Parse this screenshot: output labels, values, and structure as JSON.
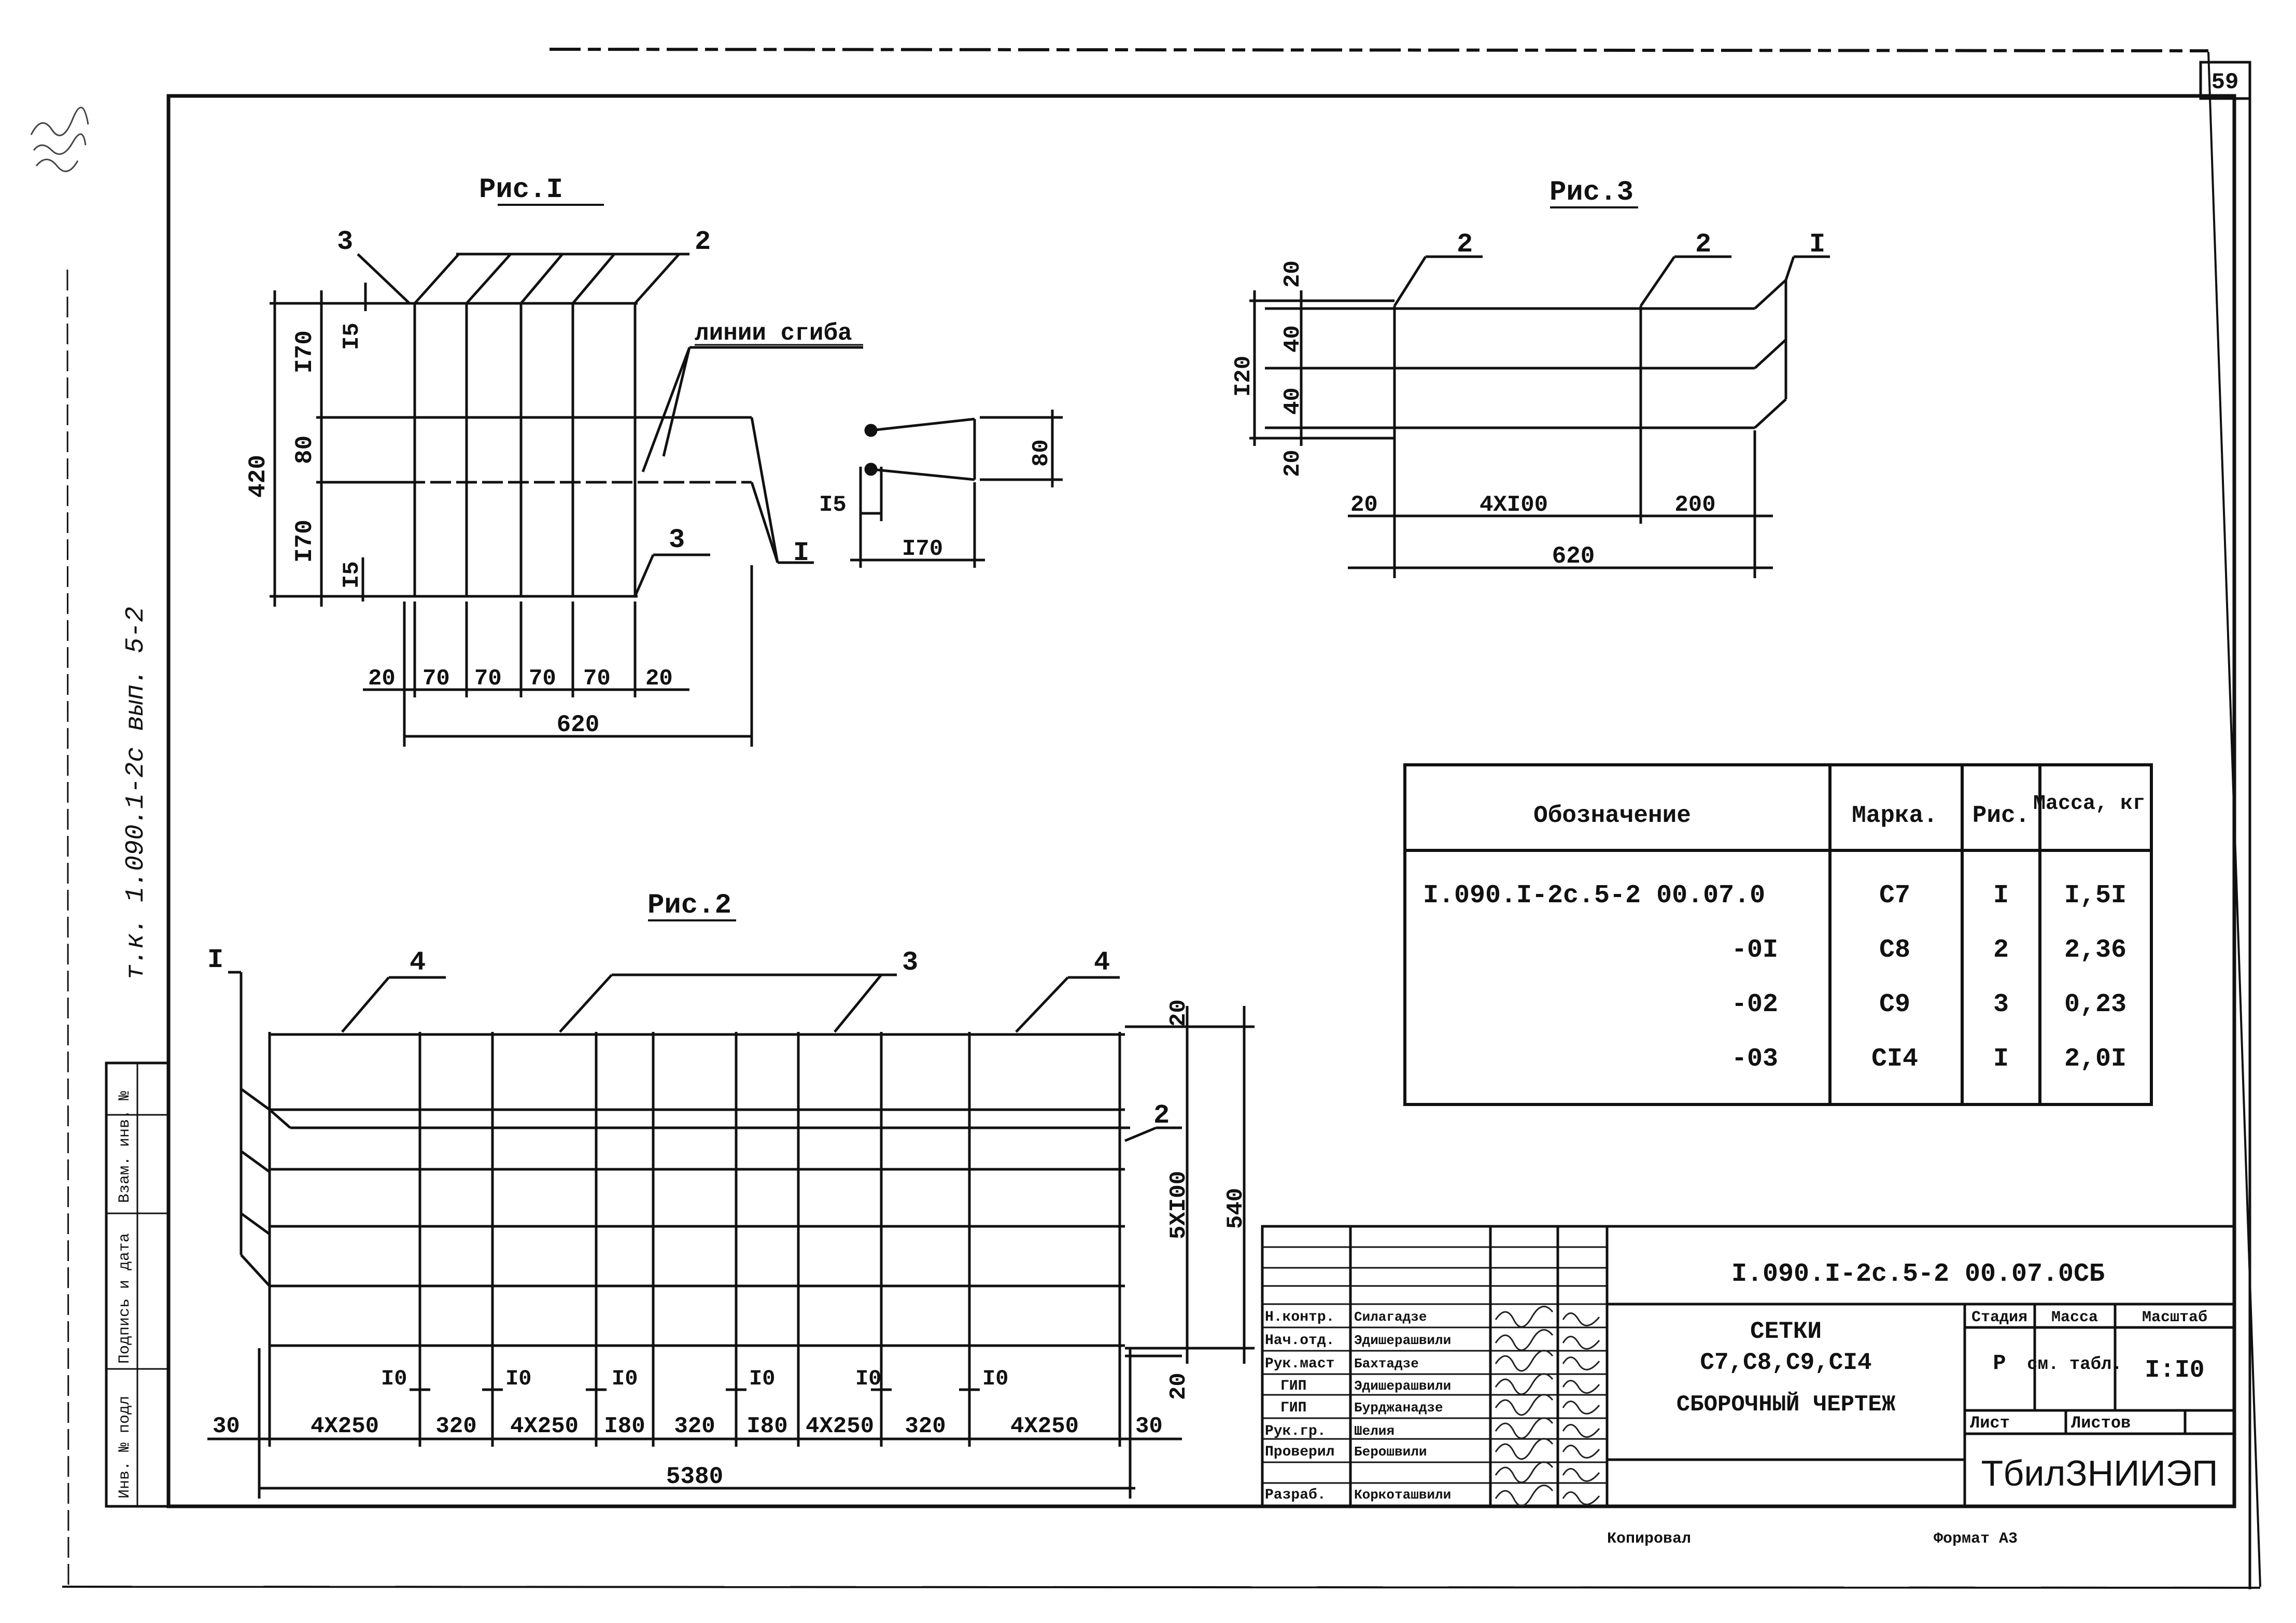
{
  "sheet_number": "59",
  "side_label": "т.к. 1.090.1-2с вып. 5-2",
  "side_stamp": [
    "Инв. № подл",
    "Подпись и дата",
    "Взам. инв. №"
  ],
  "fig1": {
    "title": "Рис.I",
    "bend_label": "линии сгиба",
    "callouts": [
      "3",
      "2",
      "3",
      "I"
    ],
    "dims_vertical": [
      "I70",
      "80",
      "I70",
      "I5",
      "I5",
      "420"
    ],
    "dims_horizontal": [
      "20",
      "70",
      "70",
      "70",
      "70",
      "20",
      "620"
    ],
    "section_dims": [
      "80",
      "I5",
      "I70"
    ]
  },
  "fig3": {
    "title": "Рис.3",
    "callouts": [
      "2",
      "2",
      "I"
    ],
    "dims_vertical": [
      "20",
      "40",
      "40",
      "20",
      "I20"
    ],
    "dims_horizontal": [
      "20",
      "4XI00",
      "200",
      "620"
    ]
  },
  "fig2": {
    "title": "Рис.2",
    "callouts": [
      "I",
      "4",
      "3",
      "4",
      "2"
    ],
    "dims_vertical": [
      "20",
      "5XI00",
      "540",
      "20"
    ],
    "dims_small": [
      "I0",
      "I0",
      "I0",
      "I0",
      "I0",
      "I0"
    ],
    "dims_horizontal": [
      "30",
      "4X250",
      "320",
      "4X250",
      "I80",
      "320",
      "I80",
      "4X250",
      "320",
      "4X250",
      "30"
    ],
    "total": "5380"
  },
  "spec_table": {
    "headers": [
      "Обозначение",
      "Марка.",
      "Рис.",
      "Масса, кг."
    ],
    "rows": [
      [
        "I.090.I-2c.5-2  00.07.0",
        "C7",
        "I",
        "I,5I"
      ],
      [
        "-0I",
        "C8",
        "2",
        "2,36"
      ],
      [
        "-02",
        "C9",
        "3",
        "0,23"
      ],
      [
        "-03",
        "CI4",
        "I",
        "2,0I"
      ]
    ]
  },
  "title_block": {
    "doc_code": "I.090.I-2c.5-2  00.07.0СБ",
    "name_line1": "СЕТКИ",
    "name_line2": "C7,C8,C9,CI4",
    "name_line3": "СБОРОЧНЫЙ ЧЕРТЕЖ",
    "roles": [
      "Н.контр.",
      "Нач.отд.",
      "Рук.маст",
      "ГИП",
      "ГИП",
      "Рук.гр.",
      "Проверил",
      "Разраб."
    ],
    "people": [
      "Силагадзе",
      "Эдишерашвили",
      "Бахтадзе",
      "Эдишерашвили",
      "Бурджанадзе",
      "Шелия",
      "Берошвили",
      "Коркоташвили"
    ],
    "stage_header": "Стадия",
    "mass_header": "Масса",
    "scale_header": "Масштаб",
    "stage": "Р",
    "mass": "см. табл.",
    "scale": "I:I0",
    "sheet_label": "Лист",
    "sheets_label": "Листов",
    "org": "ТбилЗНИИЭП"
  },
  "footer": {
    "copied": "Копировал",
    "format": "Формат А3"
  }
}
